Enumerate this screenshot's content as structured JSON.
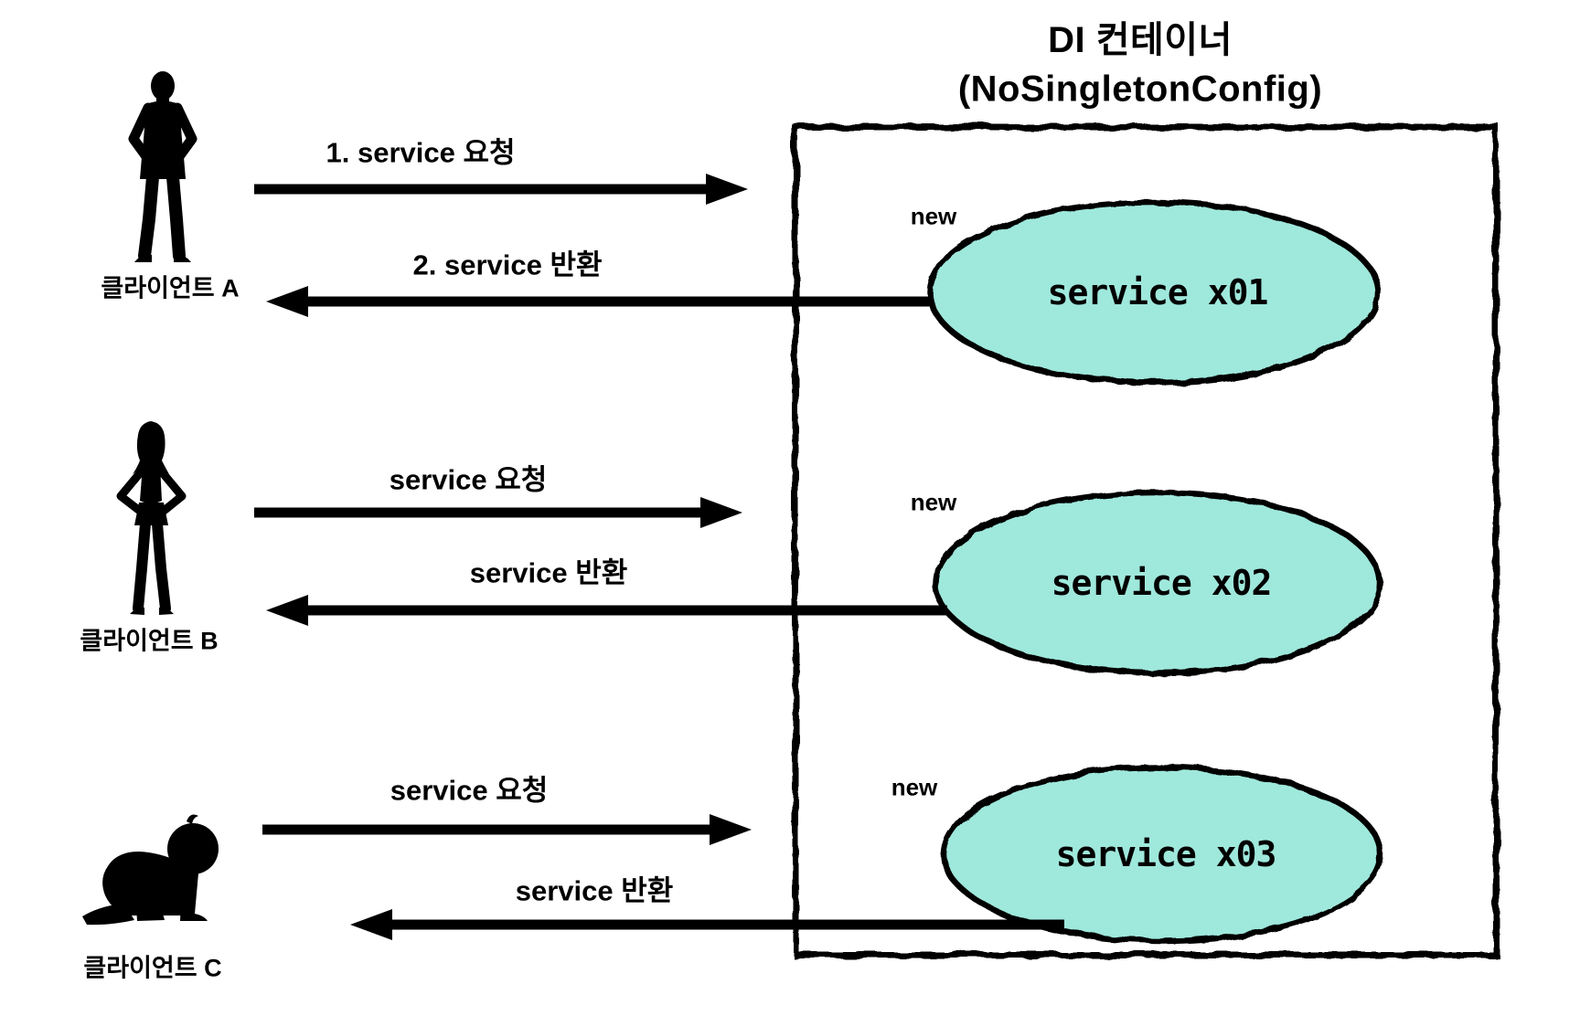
{
  "title": {
    "line1": "DI 컨테이너",
    "line2": "(NoSingletonConfig)"
  },
  "clients": [
    {
      "name": "클라이언트 A",
      "icon": "man-icon",
      "request_label": "1. service 요청",
      "return_label": "2. service 반환"
    },
    {
      "name": "클라이언트 B",
      "icon": "woman-icon",
      "request_label": "service 요청",
      "return_label": "service 반환"
    },
    {
      "name": "클라이언트 C",
      "icon": "baby-icon",
      "request_label": "service 요청",
      "return_label": "service 반환"
    }
  ],
  "container": {
    "services": [
      {
        "new_badge": "new",
        "label": "service x01"
      },
      {
        "new_badge": "new",
        "label": "service x02"
      },
      {
        "new_badge": "new",
        "label": "service x03"
      }
    ]
  },
  "colors": {
    "service_fill": "#9fe8dc",
    "ink": "#000000",
    "background": "#ffffff"
  }
}
